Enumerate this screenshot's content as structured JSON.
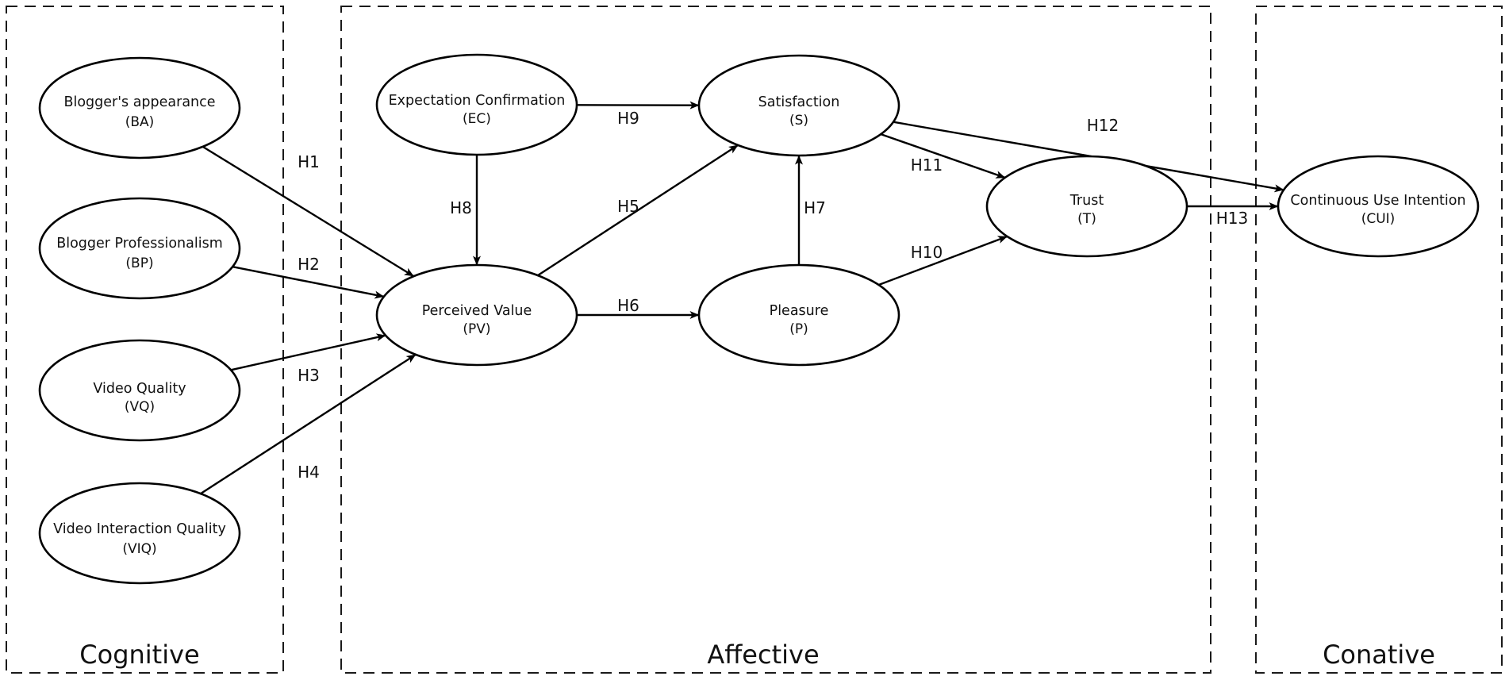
{
  "groups": {
    "cognitive": "Cognitive",
    "affective": "Affective",
    "conative": "Conative"
  },
  "nodes": {
    "ba": {
      "label": "Blogger's appearance",
      "abbr": "(BA)"
    },
    "bp": {
      "label": "Blogger Professionalism",
      "abbr": "(BP)"
    },
    "vq": {
      "label": "Video Quality",
      "abbr": "(VQ)"
    },
    "viq": {
      "label": "Video Interaction Quality",
      "abbr": "(VIQ)"
    },
    "ec": {
      "label": "Expectation Confirmation",
      "abbr": "(EC)"
    },
    "pv": {
      "label": "Perceived Value",
      "abbr": "(PV)"
    },
    "s": {
      "label": "Satisfaction",
      "abbr": "(S)"
    },
    "p": {
      "label": "Pleasure",
      "abbr": "(P)"
    },
    "t": {
      "label": "Trust",
      "abbr": "(T)"
    },
    "cui": {
      "label": "Continuous Use Intention",
      "abbr": "(CUI)"
    }
  },
  "edges": [
    {
      "id": "h1",
      "label": "H1",
      "from": "ba",
      "to": "pv"
    },
    {
      "id": "h2",
      "label": "H2",
      "from": "bp",
      "to": "pv"
    },
    {
      "id": "h3",
      "label": "H3",
      "from": "vq",
      "to": "pv"
    },
    {
      "id": "h4",
      "label": "H4",
      "from": "viq",
      "to": "pv"
    },
    {
      "id": "h5",
      "label": "H5",
      "from": "pv",
      "to": "s"
    },
    {
      "id": "h6",
      "label": "H6",
      "from": "pv",
      "to": "p"
    },
    {
      "id": "h7",
      "label": "H7",
      "from": "p",
      "to": "s"
    },
    {
      "id": "h8",
      "label": "H8",
      "from": "ec",
      "to": "pv"
    },
    {
      "id": "h9",
      "label": "H9",
      "from": "ec",
      "to": "s"
    },
    {
      "id": "h10",
      "label": "H10",
      "from": "p",
      "to": "t"
    },
    {
      "id": "h11",
      "label": "H11",
      "from": "s",
      "to": "t"
    },
    {
      "id": "h12",
      "label": "H12",
      "from": "s",
      "to": "cui"
    },
    {
      "id": "h13",
      "label": "H13",
      "from": "t",
      "to": "cui"
    }
  ]
}
